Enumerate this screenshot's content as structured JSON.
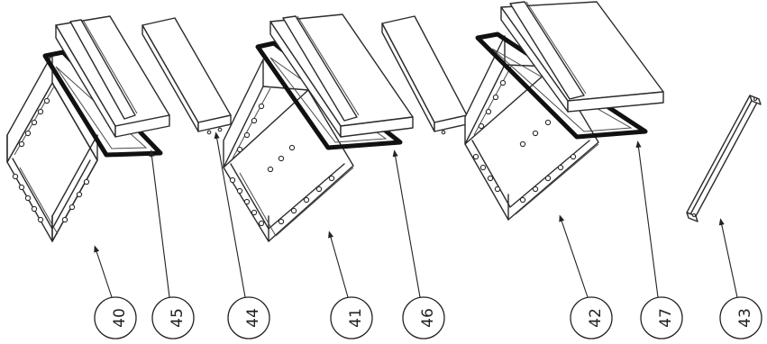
{
  "callouts": [
    {
      "id": "c40",
      "label": "40"
    },
    {
      "id": "c45",
      "label": "45"
    },
    {
      "id": "c44",
      "label": "44"
    },
    {
      "id": "c41",
      "label": "41"
    },
    {
      "id": "c46",
      "label": "46"
    },
    {
      "id": "c42",
      "label": "42"
    },
    {
      "id": "c47",
      "label": "47"
    },
    {
      "id": "c43",
      "label": "43"
    }
  ]
}
